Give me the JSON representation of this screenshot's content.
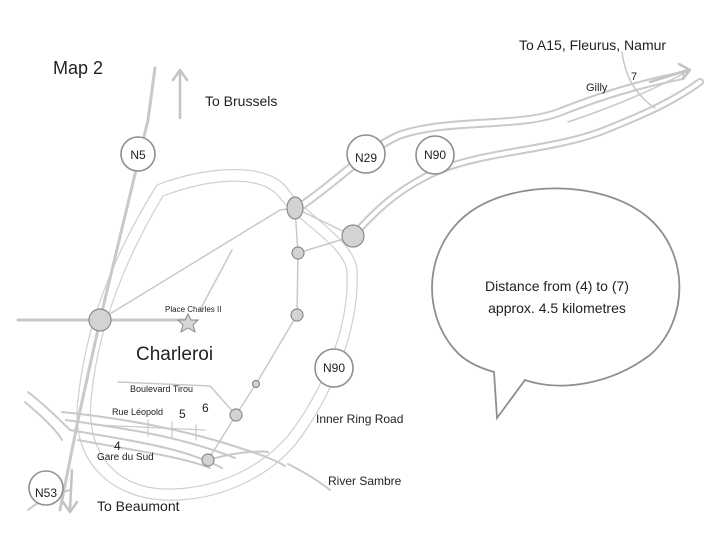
{
  "map": {
    "title": "Map 2",
    "city": "Charleroi",
    "directions": {
      "north": "To Brussels",
      "south": "To Beaumont",
      "east": "To A15, Fleurus, Namur"
    },
    "places": {
      "gilly": "Gilly",
      "place_charles": "Place Charles II",
      "boulevard_tirou": "Boulevard Tirou",
      "rue_leopold": "Rue Léopold",
      "gare_du_sud": "Gare du Sud",
      "inner_ring_road": "Inner Ring Road",
      "river_sambre": "River Sambre"
    },
    "roads": {
      "n5": "N5",
      "n29": "N29",
      "n90_top": "N90",
      "n90_mid": "N90",
      "n53": "N53"
    },
    "points": {
      "p4": "4",
      "p5": "5",
      "p6": "6",
      "p7": "7"
    },
    "callout": {
      "line1": "Distance from (4) to (7)",
      "line2": "approx. 4.5 kilometres"
    }
  }
}
